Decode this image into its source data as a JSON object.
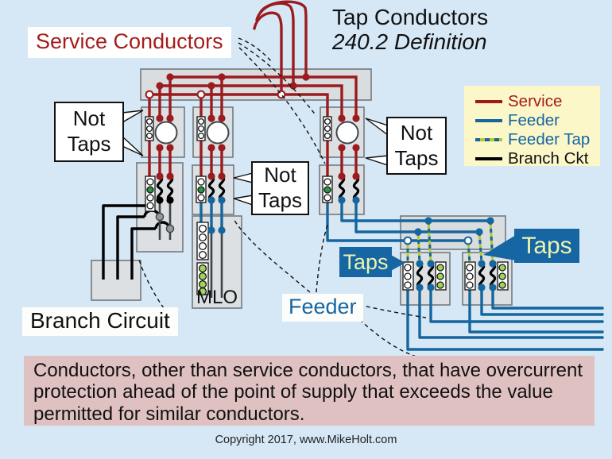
{
  "title": {
    "line1": "Tap Conductors",
    "line2": "240.2 Definition"
  },
  "callouts": {
    "service_conductors": "Service Conductors",
    "not_taps_left": "Not Taps",
    "not_taps_middle": "Not Taps",
    "not_taps_right": "Not Taps",
    "taps_left": "Taps",
    "taps_right": "Taps",
    "feeder": "Feeder",
    "branch_circuit": "Branch Circuit",
    "mlo": "MLO"
  },
  "legend": {
    "items": [
      {
        "label": "Service",
        "color": "#9b1b1e",
        "line_style": "solid"
      },
      {
        "label": "Feeder",
        "color": "#15659e",
        "line_style": "solid"
      },
      {
        "label": "Feeder Tap",
        "color": "#15659e",
        "line_style": "dashed-green"
      },
      {
        "label": "Branch Ckt",
        "color": "#000000",
        "line_style": "solid"
      }
    ]
  },
  "definition_box": {
    "text": "Conductors, other than service conductors, that have overcurrent protection ahead of the point of supply that exceeds the value permitted for similar conductors."
  },
  "footer": {
    "copyright": "Copyright 2017, www.MikeHolt.com"
  },
  "colors": {
    "background": "#d6e8f6",
    "service_line": "#9b1b1e",
    "feeder_line": "#15659e",
    "feeder_tap_accent": "#b3c832",
    "branch_line": "#000000",
    "legend_bg": "#fbf7c9",
    "definition_bg": "#dfc1c1",
    "taps_box_bg": "#1566a3",
    "taps_text": "#eef3ae",
    "panel_fill": "#dce0e3",
    "panel_border": "#73797d"
  }
}
